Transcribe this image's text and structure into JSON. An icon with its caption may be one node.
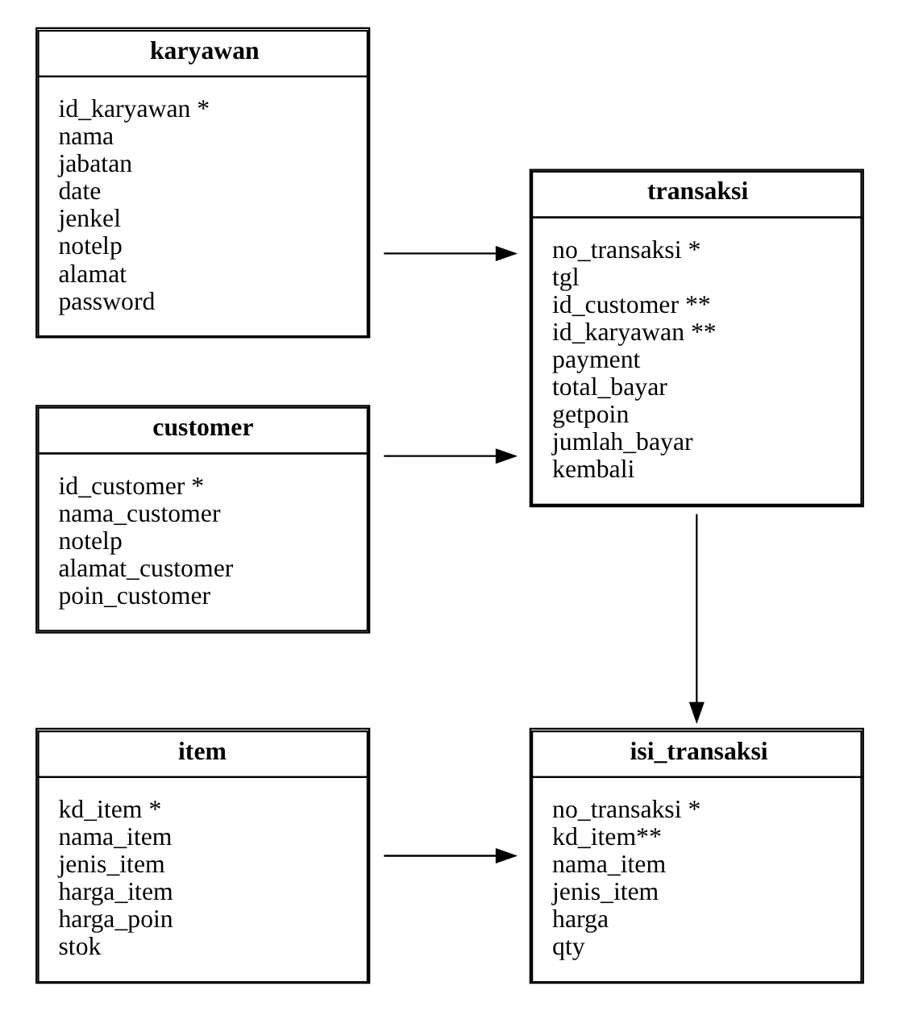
{
  "diagram": {
    "nodes": [
      {
        "text": [
          "karyawan",
          "id_karyawan *",
          "nama",
          "jabatan",
          "date",
          "jenkel",
          "notelp",
          "alamat",
          "password"
        ]
      },
      {
        "text": [
          "transaksi",
          "no_transaksi *",
          "tgl",
          "id_customer **",
          "id_karyawan **",
          "payment",
          "total_bayar",
          "getpoin",
          "jumlah_bayar",
          "kembali"
        ]
      },
      {
        "text": [
          "customer",
          "id_customer *",
          "nama_customer",
          "notelp",
          "alamat_customer",
          "poin_customer"
        ]
      },
      {
        "text": [
          "isi_transaksi",
          "no_transaksi *",
          "kd_item**",
          "nama_item",
          "jenis_item",
          "harga",
          "qty"
        ]
      },
      {
        "text": [
          "item",
          "kd_item *",
          "nama_item",
          "jenis_item",
          "harga_item",
          "harga_poin",
          "stok"
        ]
      }
    ],
    "edges": [
      {
        "from": 0,
        "to": 1,
        "arrow": "to"
      },
      {
        "from": 2,
        "to": 1,
        "arrow": "to"
      },
      {
        "from": 4,
        "to": 3,
        "arrow": "to"
      },
      {
        "from": 1,
        "to": 3,
        "arrow": "to"
      }
    ]
  }
}
